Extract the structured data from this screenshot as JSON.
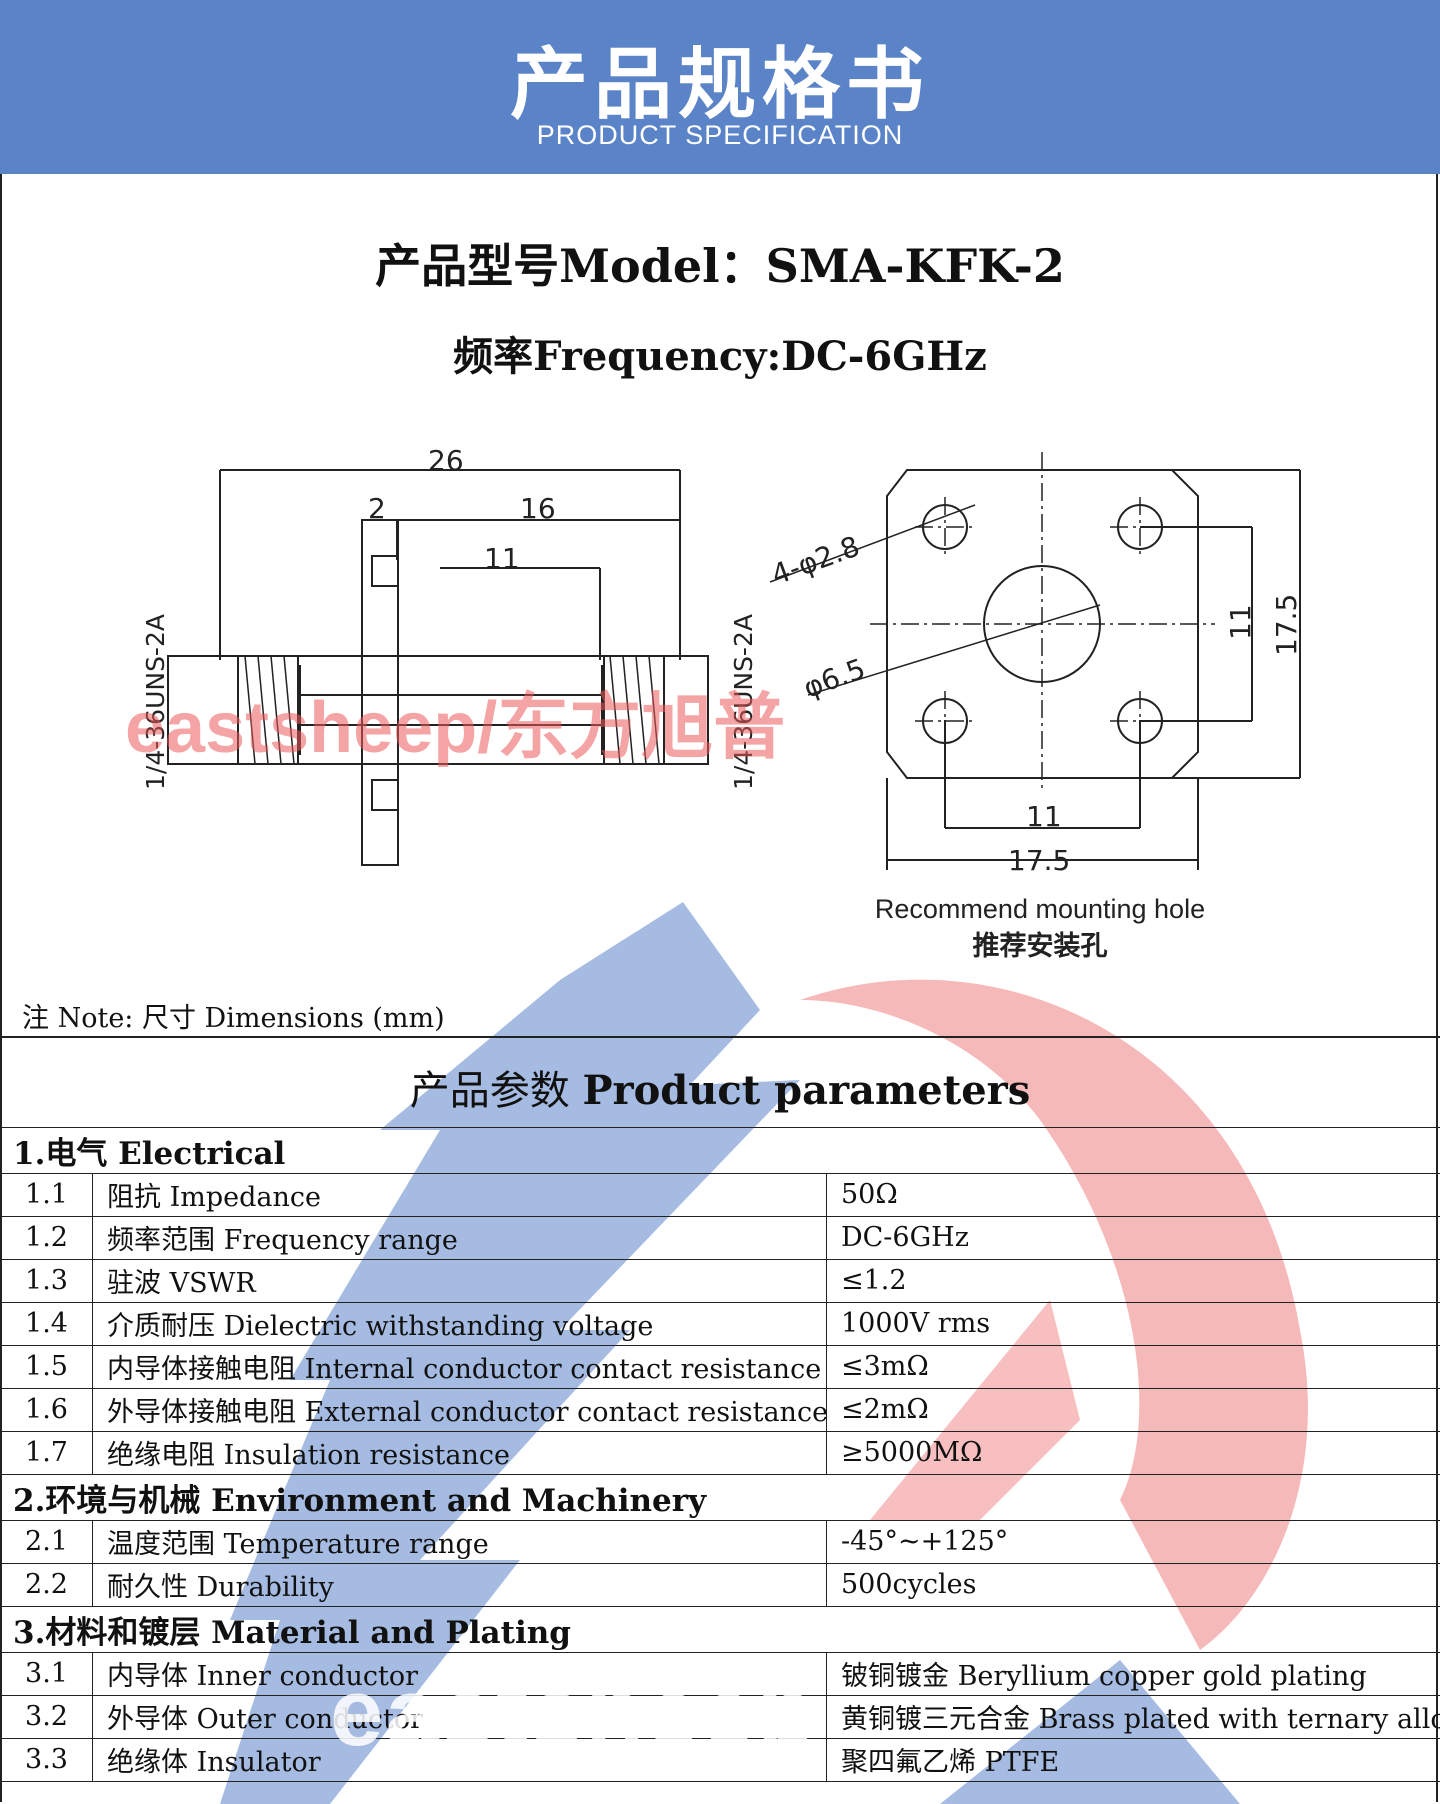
{
  "header": {
    "title_cn": "产品规格书",
    "title_en": "PRODUCT SPECIFICATION"
  },
  "model_line": "产品型号Model：SMA-KFK-2",
  "frequency_line": "频率Frequency:DC-6GHz",
  "drawing": {
    "dim_26": "26",
    "dim_2": "2",
    "dim_16": "16",
    "dim_11_top": "11",
    "thread_left": "1/4-36UNS-2A",
    "thread_right": "1/4-36UNS-2A",
    "hole_label": "4-φ2.8",
    "center_label": "φ6.5",
    "dim_11_right": "11",
    "dim_175_right": "17.5",
    "dim_11_bottom": "11",
    "dim_175_bottom": "17.5",
    "caption_en": "Recommend mounting hole",
    "caption_cn": "推荐安装孔"
  },
  "note": "注 Note:  尺寸 Dimensions (mm)",
  "params_title_cn": "产品参数 ",
  "params_title_en": "Product parameters",
  "sections": [
    {
      "title": "1.电气 Electrical",
      "rows": [
        {
          "num": "1.1",
          "name": "阻抗 Impedance",
          "value": "50Ω"
        },
        {
          "num": "1.2",
          "name": "频率范围 Frequency range",
          "value": "DC-6GHz"
        },
        {
          "num": "1.3",
          "name": "驻波 VSWR",
          "value": "≤1.2"
        },
        {
          "num": "1.4",
          "name": "介质耐压 Dielectric withstanding voltage",
          "value": "1000V rms"
        },
        {
          "num": "1.5",
          "name": "内导体接触电阻 Internal conductor contact resistance",
          "value": "≤3mΩ"
        },
        {
          "num": "1.6",
          "name": "外导体接触电阻 External conductor contact resistance",
          "value": "≤2mΩ"
        },
        {
          "num": "1.7",
          "name": "绝缘电阻  Insulation resistance",
          "value": "≥5000MΩ"
        }
      ]
    },
    {
      "title": "2.环境与机械 Environment and Machinery",
      "rows": [
        {
          "num": "2.1",
          "name": "温度范围 Temperature range",
          "value": "-45°~+125°"
        },
        {
          "num": "2.2",
          "name": "耐久性 Durability",
          "value": "500cycles"
        }
      ]
    },
    {
      "title": "3.材料和镀层 Material and Plating",
      "rows": [
        {
          "num": "3.1",
          "name": "内导体 Inner conductor",
          "value": "铍铜镀金 Beryllium copper gold plating"
        },
        {
          "num": "3.2",
          "name": "外导体 Outer conductor",
          "value": "黄铜镀三元合金 Brass plated with ternary alloy"
        },
        {
          "num": "3.3",
          "name": "绝缘体 Insulator",
          "value": "聚四氟乙烯 PTFE"
        }
      ]
    }
  ],
  "watermarks": {
    "red": "eastsheep/东方旭普",
    "white": "eastsheep"
  },
  "colors": {
    "header": "#5b84c8",
    "logo_blue": "#5b84c8",
    "logo_red": "#f08a8a"
  }
}
